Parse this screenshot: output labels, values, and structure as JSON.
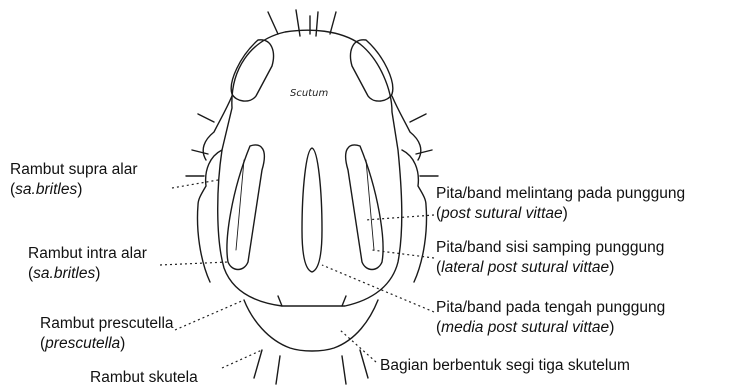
{
  "diagram": {
    "center_label": "Scutum",
    "labels_left": [
      {
        "id": "supra-alar",
        "line1": "Rambut supra alar",
        "line2_open": "(",
        "line2_italic": "sa.britles",
        "line2_close": ")"
      },
      {
        "id": "intra-alar",
        "line1": "Rambut intra alar",
        "line2_open": "(",
        "line2_italic": "sa.britles",
        "line2_close": ")"
      },
      {
        "id": "prescutella",
        "line1": "Rambut prescutella",
        "line2_open": "(",
        "line2_italic": "prescutella",
        "line2_close": ")"
      },
      {
        "id": "skutela",
        "line1": "Rambut skutela"
      }
    ],
    "labels_right": [
      {
        "id": "post-sutural",
        "line1": "Pita/band melintang pada punggung",
        "line2_open": "(",
        "line2_italic": "post sutural vittae",
        "line2_close": ")"
      },
      {
        "id": "lateral-post-sutural",
        "line1": "Pita/band sisi samping punggung",
        "line2_open": "(",
        "line2_italic": "lateral post sutural vittae",
        "line2_close": ")"
      },
      {
        "id": "media-post-sutural",
        "line1": "Pita/band pada tengah punggung",
        "line2_open": "(",
        "line2_italic": "media post sutural vittae",
        "line2_close": ")"
      },
      {
        "id": "skutelum",
        "line1": "Bagian berbentuk segi tiga skutelum"
      }
    ]
  }
}
